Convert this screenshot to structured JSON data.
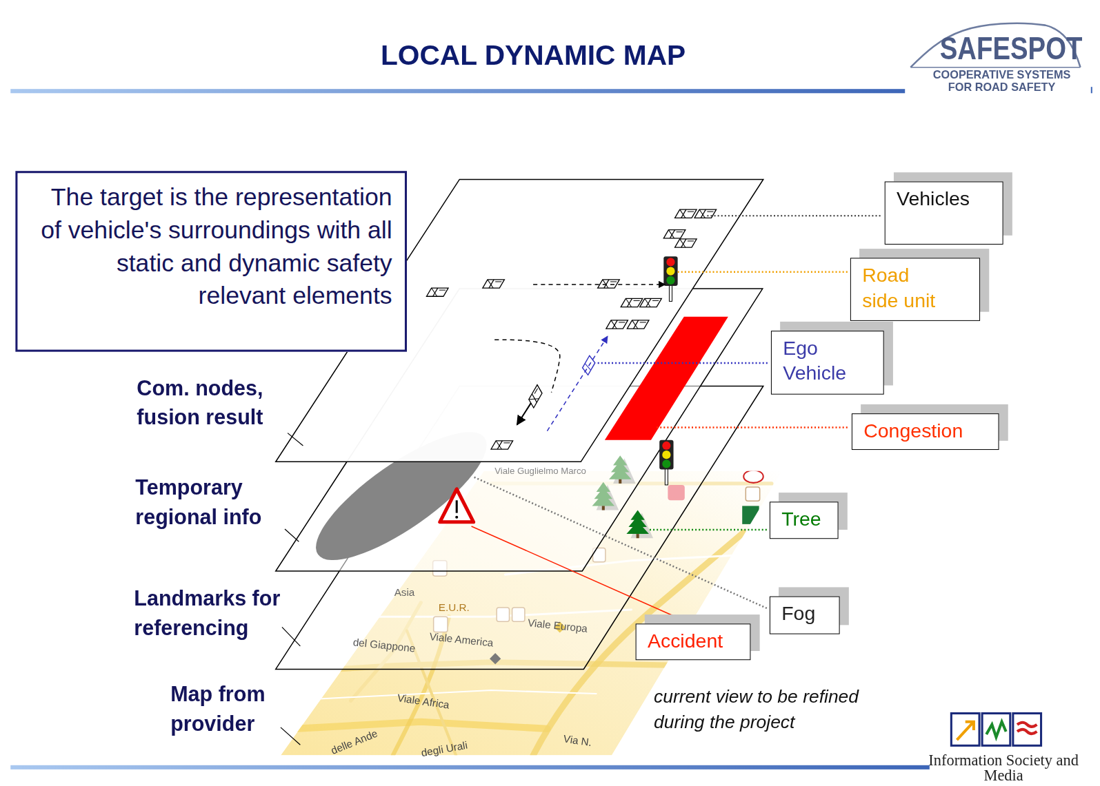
{
  "diagram": {
    "title": "LOCAL DYNAMIC MAP",
    "nodes": [
      {
        "text": [
          "The target is the representation of vehicle's surroundings with all static and dynamic safety relevant elements"
        ]
      },
      {
        "text": [
          "Vehicles"
        ]
      },
      {
        "text": [
          "Road side unit"
        ]
      },
      {
        "text": [
          "Ego Vehicle"
        ]
      },
      {
        "text": [
          "Congestion"
        ]
      },
      {
        "text": [
          "Tree"
        ]
      },
      {
        "text": [
          "Fog"
        ]
      },
      {
        "text": [
          "Accident"
        ]
      }
    ],
    "edges": [],
    "labels": [
      "SAFESPOT",
      "COOPERATIVE SYSTEMS FOR ROAD SAFETY",
      "Com. nodes, fusion result",
      "Temporary regional info",
      "Landmarks for referencing",
      "Map from provider",
      "current view to be refined during the project",
      "Information Society and Media",
      "Viale Guglielmo Marco",
      "Asia",
      "E.U.R.",
      "Viale Europa",
      "Viale America",
      "del Giappone",
      "Viale Africa",
      "Via N.",
      "delle Ande",
      "degli Urali"
    ]
  }
}
